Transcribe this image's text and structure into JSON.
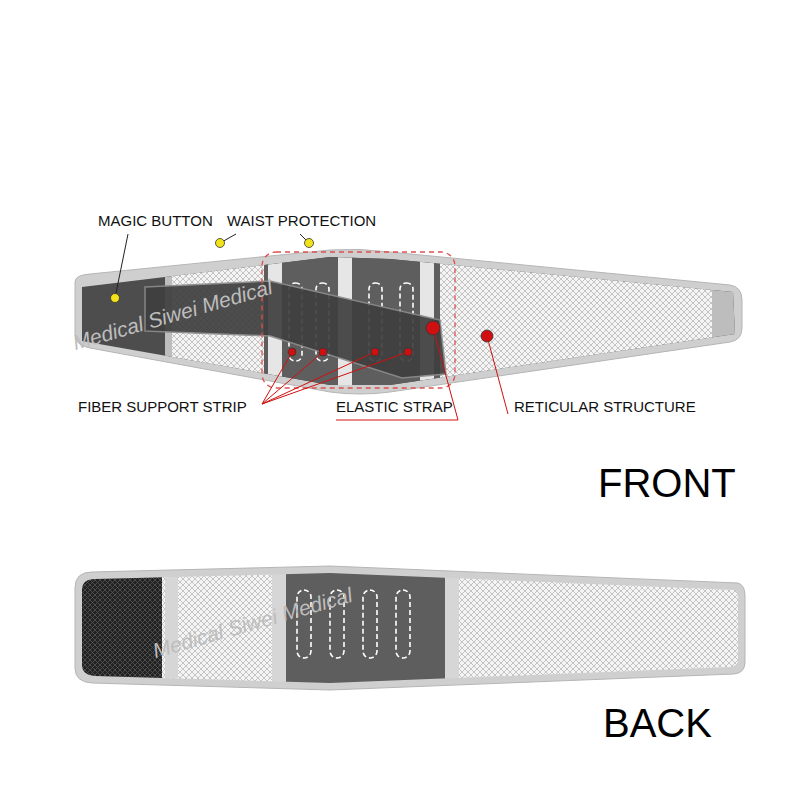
{
  "diagram": {
    "labels": [
      "MAGIC BUTTON",
      "WAIST PROTECTION",
      "FIBER SUPPORT STRIP",
      "ELASTIC STRAP",
      "RETICULAR STRUCTURE",
      "FRONT",
      "BACK",
      "Medical Siwei Medical",
      "Medical Siwei Medical"
    ]
  }
}
